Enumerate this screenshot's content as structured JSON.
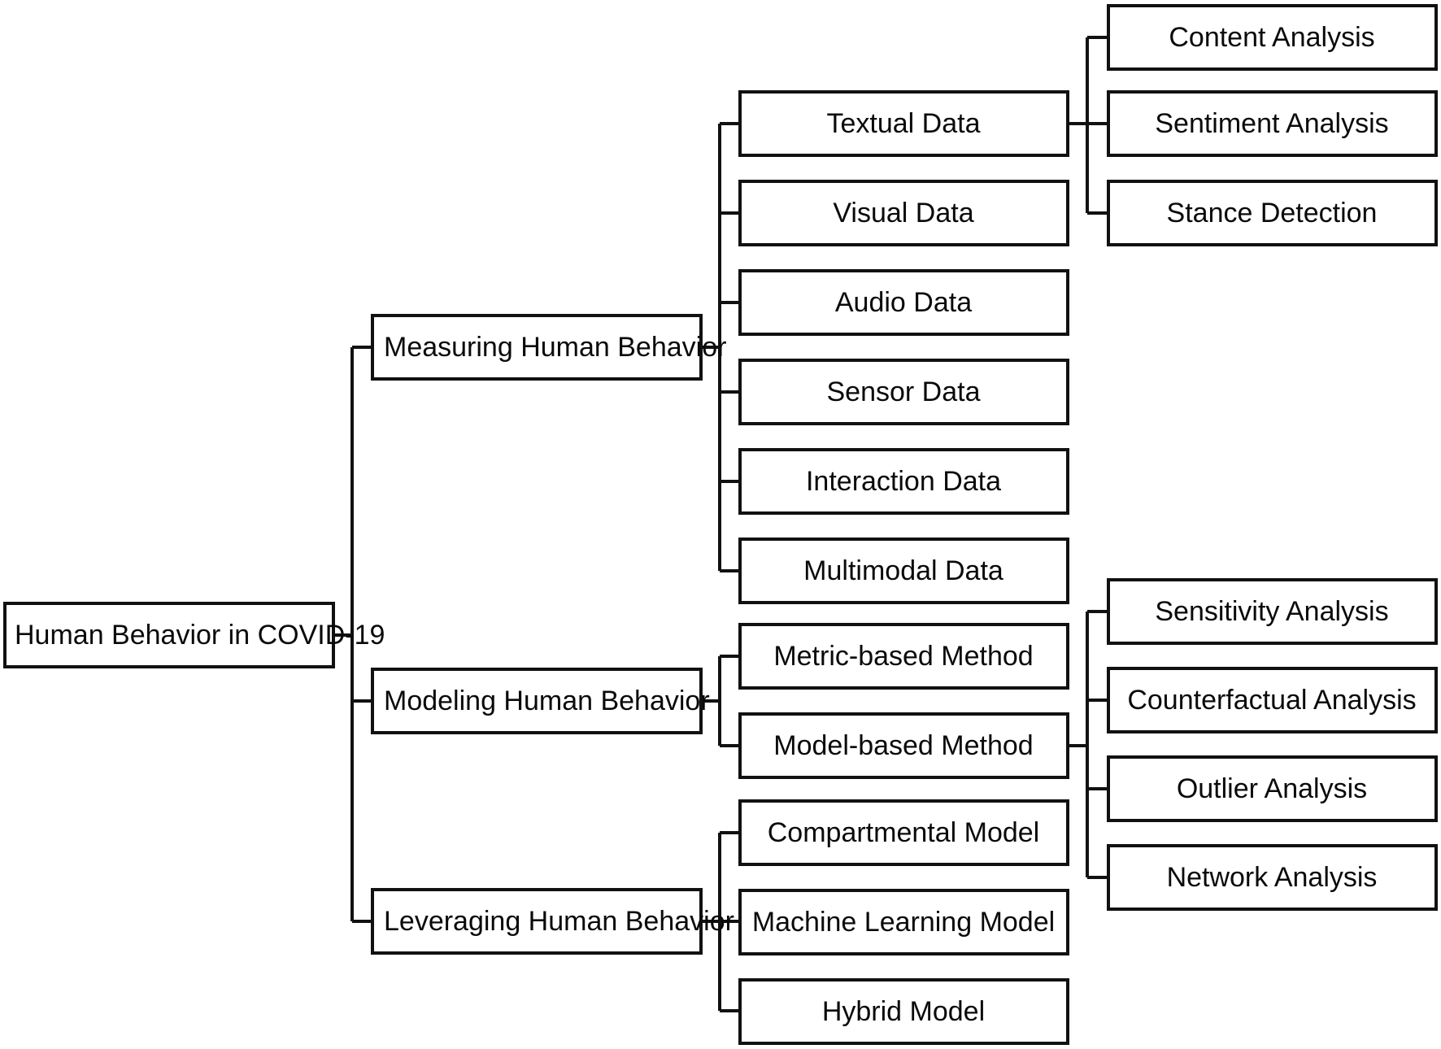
{
  "diagram": {
    "title": "Human Behavior in COVID-19 taxonomy",
    "type": "tree",
    "orientation": "left-to-right",
    "colors": {
      "background": "#ffffff",
      "box_stroke": "#111111",
      "box_fill": "#ffffff",
      "connector": "#111111",
      "text": "#0a0a0a"
    },
    "root": {
      "label": "Human Behavior in COVID-19",
      "align": "left"
    },
    "branches": [
      {
        "label": "Measuring Human Behavior",
        "children": [
          {
            "label": "Textual Data",
            "children": [
              {
                "label": "Content Analysis"
              },
              {
                "label": "Sentiment Analysis"
              },
              {
                "label": "Stance Detection"
              }
            ]
          },
          {
            "label": "Visual Data",
            "children": []
          },
          {
            "label": "Audio Data",
            "children": []
          },
          {
            "label": "Sensor Data",
            "children": []
          },
          {
            "label": "Interaction Data",
            "children": []
          },
          {
            "label": "Multimodal Data",
            "children": []
          }
        ]
      },
      {
        "label": "Modeling Human Behavior",
        "children": [
          {
            "label": "Metric-based Method",
            "children": []
          },
          {
            "label": "Model-based Method",
            "children": [
              {
                "label": "Sensitivity Analysis"
              },
              {
                "label": "Counterfactual Analysis"
              },
              {
                "label": "Outlier Analysis"
              },
              {
                "label": "Network Analysis"
              }
            ]
          }
        ]
      },
      {
        "label": "Leveraging Human Behavior",
        "children": [
          {
            "label": "Compartmental Model",
            "children": []
          },
          {
            "label": "Machine Learning Model",
            "children": []
          },
          {
            "label": "Hybrid Model",
            "children": []
          }
        ]
      }
    ],
    "nodes": {
      "root": {
        "label": "Human Behavior in COVID-19"
      },
      "measuring": {
        "label": "Measuring Human Behavior"
      },
      "modeling": {
        "label": "Modeling Human Behavior"
      },
      "leveraging": {
        "label": "Leveraging Human Behavior"
      },
      "textual_data": {
        "label": "Textual Data"
      },
      "visual_data": {
        "label": "Visual Data"
      },
      "audio_data": {
        "label": "Audio Data"
      },
      "sensor_data": {
        "label": "Sensor Data"
      },
      "interaction_data": {
        "label": "Interaction Data"
      },
      "multimodal_data": {
        "label": "Multimodal Data"
      },
      "metric_based": {
        "label": "Metric-based Method"
      },
      "model_based": {
        "label": "Model-based Method"
      },
      "compartmental": {
        "label": "Compartmental Model"
      },
      "machine_learning": {
        "label": "Machine Learning Model"
      },
      "hybrid": {
        "label": "Hybrid Model"
      },
      "content_analysis": {
        "label": "Content Analysis"
      },
      "sentiment_analysis": {
        "label": "Sentiment Analysis"
      },
      "stance_detection": {
        "label": "Stance Detection"
      },
      "sensitivity_analysis": {
        "label": "Sensitivity Analysis"
      },
      "counterfactual_analysis": {
        "label": "Counterfactual Analysis"
      },
      "outlier_analysis": {
        "label": "Outlier Analysis"
      },
      "network_analysis": {
        "label": "Network Analysis"
      }
    }
  }
}
